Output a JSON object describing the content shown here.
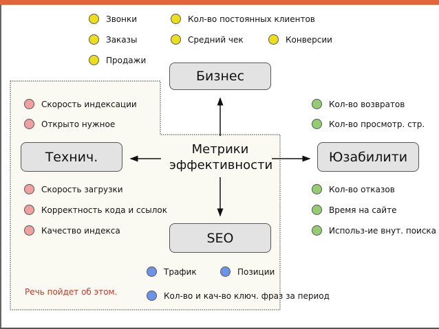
{
  "center": {
    "line1": "Метрики",
    "line2": "эффективности"
  },
  "boxes": {
    "business": "Бизнес",
    "tech": "Технич.",
    "usability": "Юзабилити",
    "seo": "SEO"
  },
  "business_items": [
    "Звонки",
    "Заказы",
    "Продажи",
    "Кол-во постоянных клиентов",
    "Средний чек",
    "Конверсии"
  ],
  "tech_items": [
    "Скорость индексации",
    "Открыто нужное",
    "Скорость загрузки",
    "Корректность кода и ссылок",
    "Качество индекса"
  ],
  "usability_items": [
    "Кол-во возвратов",
    "Кол-во просмотр. стр.",
    "Кол-во отказов",
    "Время на сайте",
    "Использ-ие внут. поиска"
  ],
  "seo_items": [
    "Трафик",
    "Позиции",
    "Кол-во и кач-во ключ. фраз за период"
  ],
  "note": "Речь пойдет об этом.",
  "colors": {
    "business": "#ecdf1a",
    "tech": "#f0a0a0",
    "usability": "#94cc74",
    "seo": "#6b93ea",
    "accent": "#e2643a"
  }
}
